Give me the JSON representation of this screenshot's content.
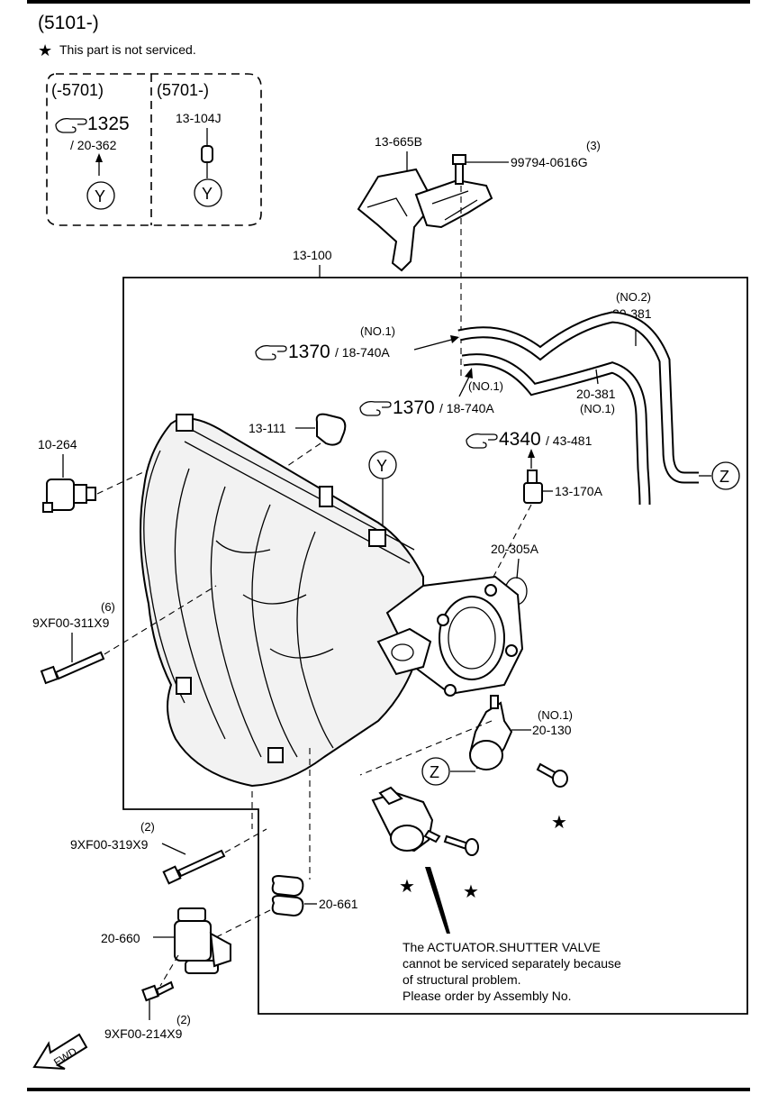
{
  "header": {
    "model_range": "(5101-)",
    "note_star": "★",
    "note_text": "This part is not serviced."
  },
  "variants": {
    "left": {
      "range": "(-5701)",
      "ref_code": "1325",
      "part_no": "/ 20-362",
      "callout": "Y"
    },
    "right": {
      "range": "(5701-)",
      "part_no": "13-104J",
      "callout": "Y"
    }
  },
  "parts": {
    "p13_665B": "13-665B",
    "p99794_qty": "(3)",
    "p99794": "99794-0616G",
    "p13_100": "13-100",
    "p20_381_no2_tag": "(NO.2)",
    "p20_381_no2": "20-381",
    "ref1_tag": "(NO.1)",
    "ref1_code": "1370",
    "ref1_part": "/ 18-740A",
    "ref2_tag": "(NO.1)",
    "ref2_code": "1370",
    "ref2_part": "/ 18-740A",
    "p20_381_no1": "20-381",
    "p20_381_no1_tag": "(NO.1)",
    "p10_264": "10-264",
    "p13_111": "13-111",
    "ref3_code": "4340",
    "ref3_part": "/ 43-481",
    "callout_y": "Y",
    "callout_z": "Z",
    "p13_170A": "13-170A",
    "p20_305A": "20-305A",
    "p9XF00_311_qty": "(6)",
    "p9XF00_311": "9XF00-311X9",
    "p20_130_tag": "(NO.1)",
    "p20_130": "20-130",
    "callout_z2": "Z",
    "p9XF00_319_qty": "(2)",
    "p9XF00_319": "9XF00-319X9",
    "p20_661": "20-661",
    "p20_660": "20-660",
    "p9XF00_214_qty": "(2)",
    "p9XF00_214": "9XF00-214X9",
    "star": "★",
    "fwd": "FWD"
  },
  "note": {
    "line1": "The ACTUATOR.SHUTTER VALVE",
    "line2": "cannot be serviced separately because",
    "line3": "of structural problem.",
    "line4": "Please order by Assembly No."
  }
}
